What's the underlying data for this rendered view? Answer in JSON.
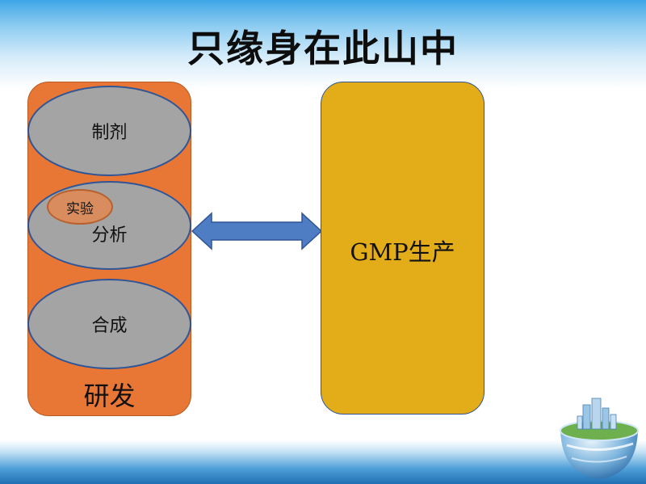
{
  "title": "只缘身在此山中",
  "left_box": {
    "label": "研发",
    "items": [
      {
        "label": "制剂"
      },
      {
        "label": "分析",
        "sub": "实验"
      },
      {
        "label": "合成"
      }
    ]
  },
  "right_box": {
    "label": "GMP生产"
  },
  "connector": {
    "type": "double-arrow"
  },
  "colors": {
    "left_box": "#e87736",
    "right_box": "#e2ad19",
    "ellipse": "#a4a4a4",
    "arrow": "#4f7dc4"
  }
}
